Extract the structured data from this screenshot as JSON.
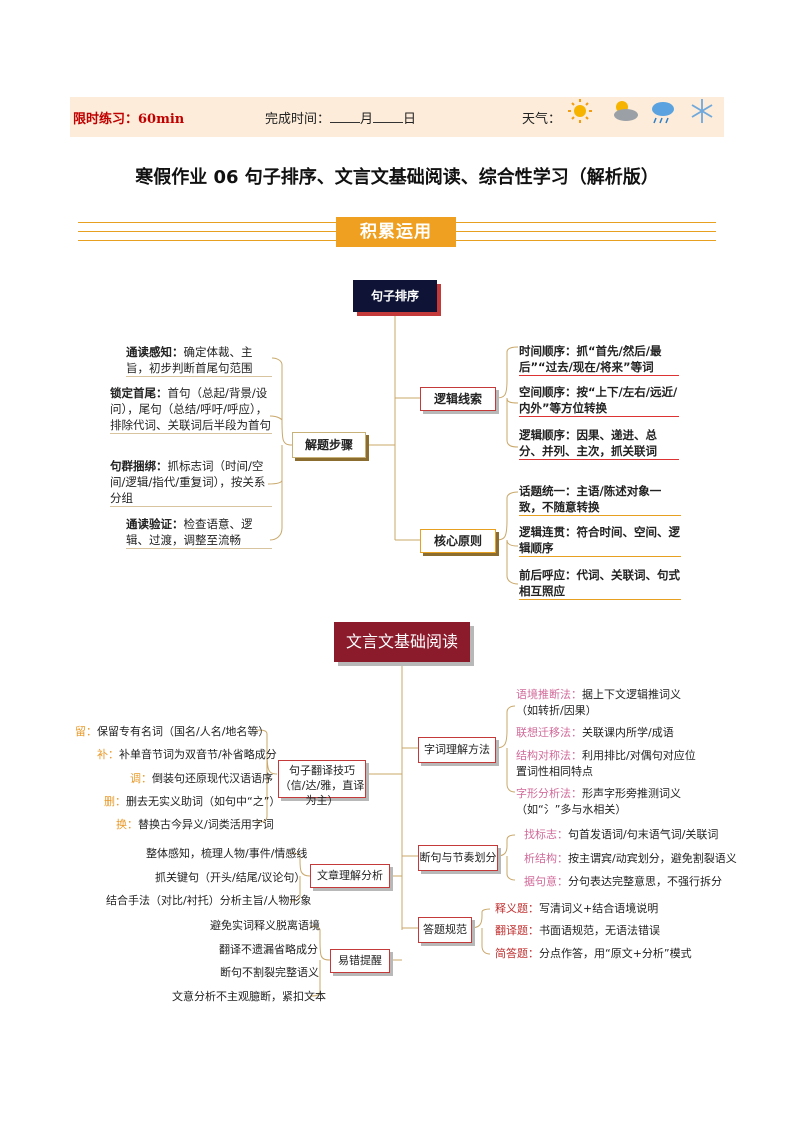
{
  "header": {
    "time_limit": "限时练习：60min",
    "finish_label": "完成时间：",
    "month": "月",
    "day": "日",
    "weather_label": "天气：",
    "weather_icons": [
      "sun-icon",
      "cloudy-sun-icon",
      "rain-cloud-icon",
      "snowflake-icon"
    ]
  },
  "title": "寒假作业 06 句子排序、文言文基础阅读、综合性学习（解析版）",
  "section_tag": "积累运用",
  "map1": {
    "root": "句子排序",
    "steps": {
      "label": "解题步骤",
      "items": [
        {
          "head": "通读感知：",
          "text": "确定体裁、主旨，初步判断首尾句范围"
        },
        {
          "head": "锁定首尾：",
          "text": "首句（总起/背景/设问），尾句（总结/呼吁/呼应），排除代词、关联词后半段为首句"
        },
        {
          "head": "句群捆绑：",
          "text": "抓标志词（时间/空间/逻辑/指代/重复词），按关系分组"
        },
        {
          "head": "通读验证：",
          "text": "检查语意、逻辑、过渡，调整至流畅"
        }
      ]
    },
    "logic": {
      "label": "逻辑线索",
      "items": [
        {
          "head": "时间顺序：",
          "text": "抓“首先/然后/最后”“过去/现在/将来”等词"
        },
        {
          "head": "空间顺序：",
          "text": "按“上下/左右/远近/内外”等方位转换"
        },
        {
          "head": "逻辑顺序：",
          "text": "因果、递进、总分、并列、主次，抓关联词"
        }
      ]
    },
    "core": {
      "label": "核心原则",
      "items": [
        {
          "head": "话题统一：",
          "text": "主语/陈述对象一致，不随意转换"
        },
        {
          "head": "逻辑连贯：",
          "text": "符合时间、空间、逻辑顺序"
        },
        {
          "head": "前后呼应：",
          "text": "代词、关联词、句式相互照应"
        }
      ]
    }
  },
  "map2": {
    "root": "文言文基础阅读",
    "translate": {
      "label": "句子翻译技巧（信/达/雅，直译为主）",
      "items": [
        {
          "head": "留：",
          "text": "保留专有名词（国名/人名/地名等）"
        },
        {
          "head": "补：",
          "text": "补单音节词为双音节/补省略成分"
        },
        {
          "head": "调：",
          "text": "倒装句还原现代汉语语序"
        },
        {
          "head": "删：",
          "text": "删去无实义助词（如句中“之”）"
        },
        {
          "head": "换：",
          "text": "替换古今异义/词类活用字词"
        }
      ]
    },
    "analysis": {
      "label": "文章理解分析",
      "items": [
        "整体感知，梳理人物/事件/情感线",
        "抓关键句（开头/结尾/议论句）",
        "结合手法（对比/衬托）分析主旨/人物形象"
      ]
    },
    "mistakes": {
      "label": "易错提醒",
      "items": [
        "避免实词释义脱离语境",
        "翻译不遗漏省略成分",
        "断句不割裂完整语义",
        "文意分析不主观臆断，紧扣文本"
      ]
    },
    "words": {
      "label": "字词理解方法",
      "items": [
        {
          "head": "语境推断法：",
          "text": "据上下文逻辑推词义（如转折/因果）"
        },
        {
          "head": "联想迁移法：",
          "text": "关联课内所学/成语"
        },
        {
          "head": "结构对称法：",
          "text": "利用排比/对偶句对应位置词性相同特点"
        },
        {
          "head": "字形分析法：",
          "text": "形声字形旁推测词义（如“氵”多与水相关）"
        }
      ]
    },
    "pause": {
      "label": "断句与节奏划分",
      "items": [
        {
          "head": "找标志：",
          "text": "句首发语词/句末语气词/关联词"
        },
        {
          "head": "析结构：",
          "text": "按主谓宾/动宾划分，避免割裂语义"
        },
        {
          "head": "据句意：",
          "text": "分句表达完整意思，不强行拆分"
        }
      ]
    },
    "answer": {
      "label": "答题规范",
      "items": [
        {
          "head": "释义题：",
          "text": "写清词义+结合语境说明"
        },
        {
          "head": "翻译题：",
          "text": "书面语规范，无语法错误"
        },
        {
          "head": "简答题：",
          "text": "分点作答，用“原文+分析”模式"
        }
      ]
    }
  }
}
